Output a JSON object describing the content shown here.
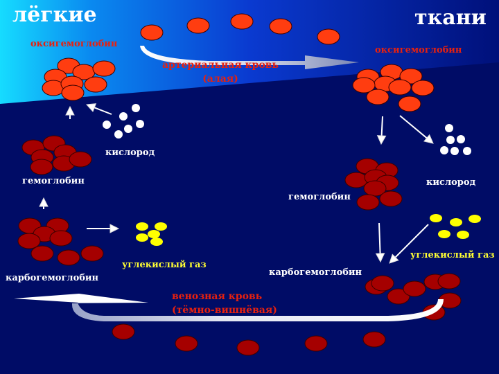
{
  "colors": {
    "oxy_cell": "#ff3d10",
    "deoxy_cell": "#a50000",
    "oxygen": "#ffffff",
    "co2": "#ffff00",
    "label_red": "#e8210e",
    "label_yellow": "#ffff33",
    "label_white": "#ffffff"
  },
  "titles": {
    "lungs": "лёгкие",
    "tissues": "ткани"
  },
  "lungs": {
    "oxyhemoglobin": "оксигемоглобин",
    "hemoglobin": "гемоглобин",
    "oxygen": "кислород",
    "carbohemoglobin": "карбогемоглобин",
    "co2": "углекислый газ"
  },
  "tissues": {
    "oxyhemoglobin": "оксигемоглобин",
    "hemoglobin": "гемоглобин",
    "oxygen": "кислород",
    "carbohemoglobin": "карбогемоглобин",
    "co2": "углекислый газ"
  },
  "flows": {
    "arterial_line1": "артериальная кровь",
    "arterial_line2": "(алая)",
    "venous_line1": "венозная кровь",
    "venous_line2": "(тёмно-вишнёвая)"
  },
  "icons": {
    "flow_arrow": "curved-arrow-icon",
    "step_arrow": "small-arrow-icon",
    "cell": "red-blood-cell-icon",
    "molecule": "gas-molecule-icon"
  }
}
